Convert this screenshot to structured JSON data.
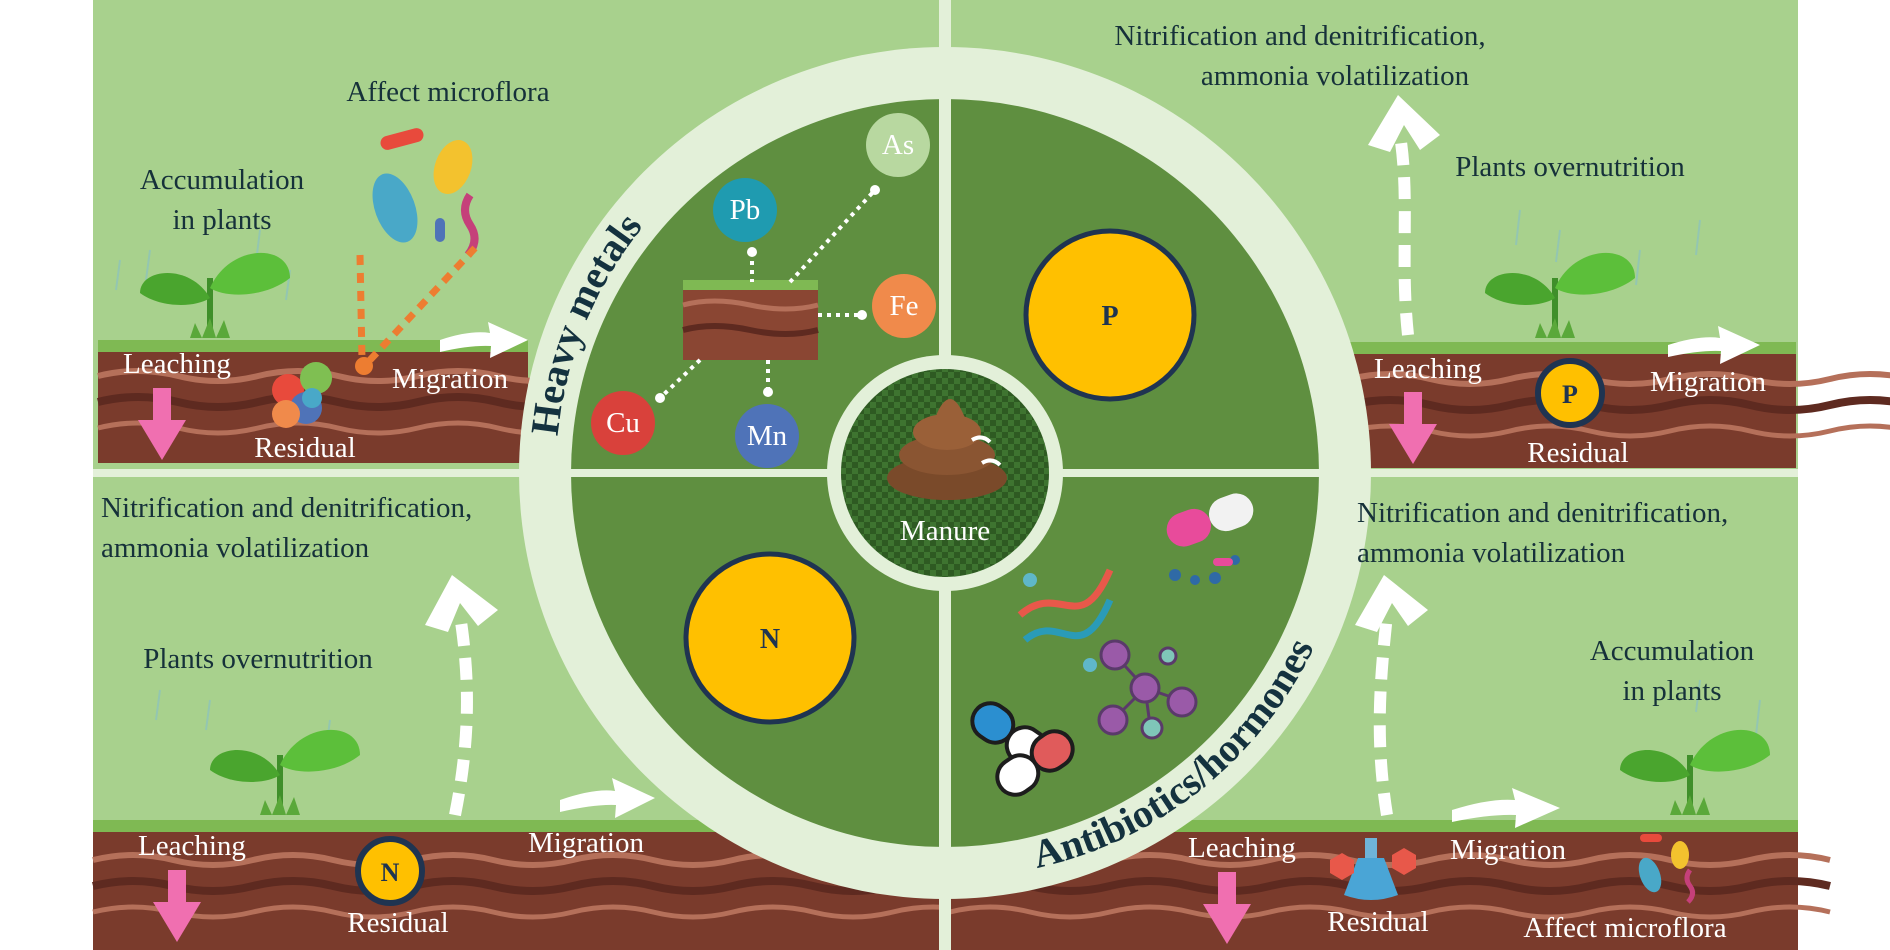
{
  "center": {
    "label": "Manure"
  },
  "quadrants": {
    "heavy_metals": {
      "title": "Heavy metals",
      "elements": [
        "As",
        "Pb",
        "Fe",
        "Cu",
        "Mn"
      ]
    },
    "phosphorus": {
      "symbol": "P"
    },
    "nitrogen": {
      "symbol": "N"
    },
    "antibiotics": {
      "title": "Antibiotics/hormones"
    }
  },
  "panels": {
    "top_left": {
      "affect": "Affect  microflora",
      "accumulation_line1": "Accumulation",
      "accumulation_line2": "in plants",
      "leaching": "Leaching",
      "migration": "Migration",
      "residual": "Residual"
    },
    "top_right": {
      "nitrification_line1": "Nitrification and denitrification,",
      "nitrification_line2": "ammonia volatilization",
      "overnutrition": "Plants overnutrition",
      "leaching": "Leaching",
      "migration": "Migration",
      "residual": "Residual",
      "badge": "P"
    },
    "bottom_left": {
      "nitrification_line1": "Nitrification and denitrification,",
      "nitrification_line2": "ammonia volatilization",
      "overnutrition": "Plants overnutrition",
      "leaching": "Leaching",
      "migration": "Migration",
      "residual": "Residual",
      "badge": "N"
    },
    "bottom_right": {
      "nitrification_line1": "Nitrification and denitrification,",
      "nitrification_line2": "ammonia volatilization",
      "accumulation_line1": "Accumulation",
      "accumulation_line2": "in plants",
      "leaching": "Leaching",
      "migration": "Migration",
      "residual": "Residual",
      "affect": "Affect  microflora"
    }
  },
  "colors": {
    "panel_bg": "#a8d18d",
    "inner_green": "#5f8f40",
    "ring": "#e3f0d9",
    "soil_dark": "#7a3b2c",
    "soil_mid": "#9b5440",
    "nutrient_yellow": "#ffc000",
    "arrow_pink": "#f06fb0",
    "arrow_orange": "#ed7d31"
  }
}
